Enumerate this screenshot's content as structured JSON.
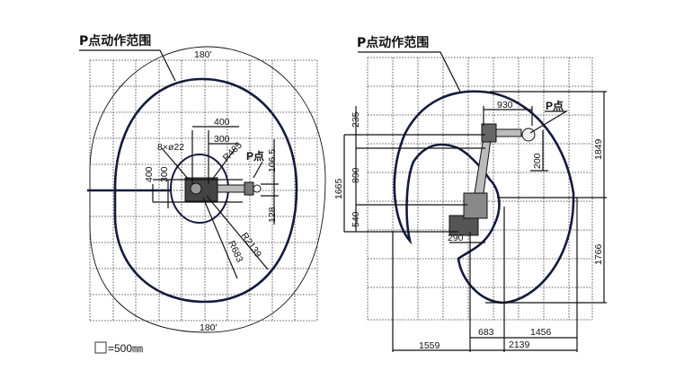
{
  "left_view": {
    "title": "P点动作范围",
    "angle_top": "180'",
    "angle_bottom": "180'",
    "dims": {
      "d400_top": "400",
      "d300_top": "300",
      "bolt": "8×ø22",
      "r485": "R485",
      "p_point": "P点",
      "d106_5": "106.5",
      "d400_left": "400",
      "d300_left": "300",
      "d128": "128",
      "r2139": "R2139",
      "r683": "R683"
    },
    "legend": {
      "grid_cell": "=500㎜"
    }
  },
  "right_view": {
    "title": "P点动作范围",
    "dims": {
      "d235": "235",
      "d930": "930",
      "p_point": "P点",
      "d200": "200",
      "d1849": "1849",
      "d1665": "1665",
      "d890": "890",
      "d540": "540",
      "d290": "290",
      "d1766": "1766",
      "d683": "683",
      "d1456": "1456",
      "d1559": "1559",
      "d2139": "2139"
    }
  },
  "colors": {
    "range_line": "#141a3c",
    "ink": "#111111",
    "background": "#ffffff"
  }
}
